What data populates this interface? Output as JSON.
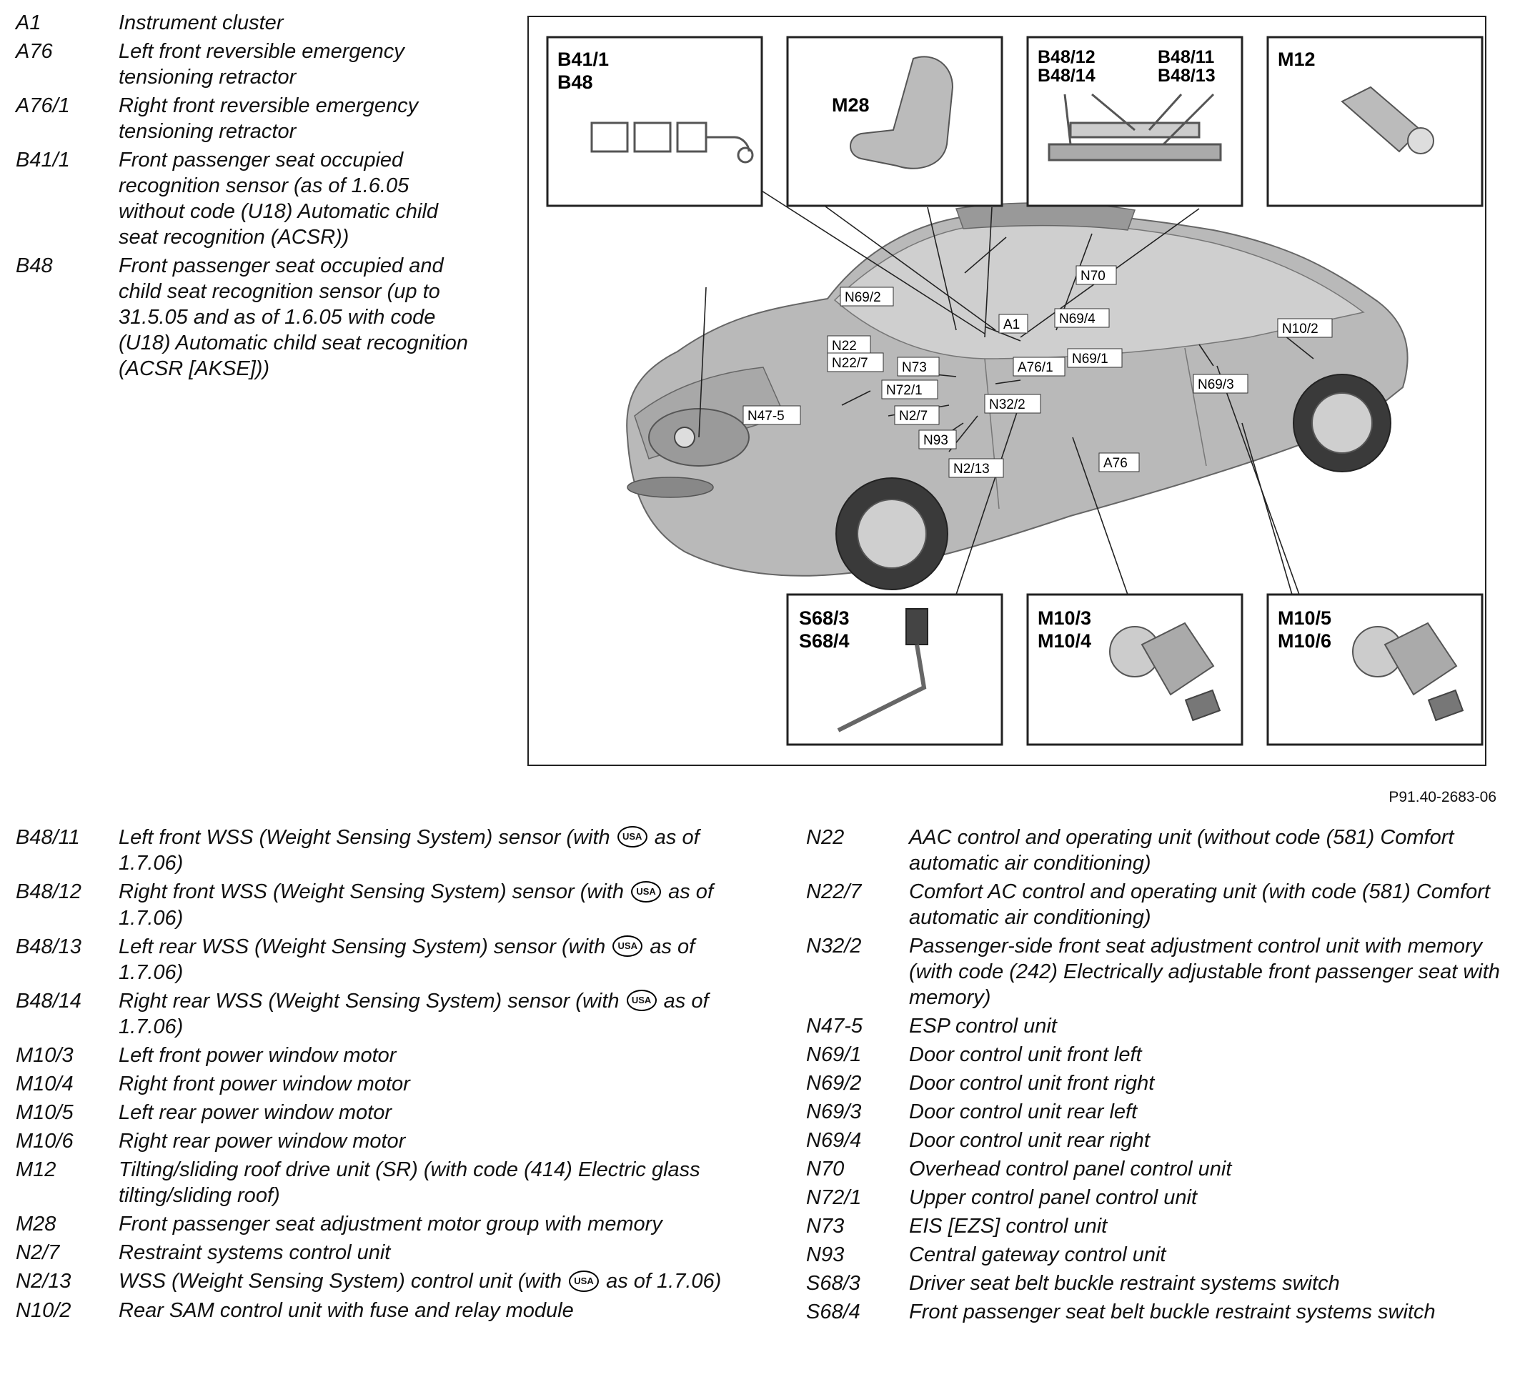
{
  "legend_top": [
    {
      "code": "A1",
      "desc": "Instrument cluster"
    },
    {
      "code": "A76",
      "desc": "Left front reversible emergency tensioning retractor"
    },
    {
      "code": "A76/1",
      "desc": "Right front reversible emergency tensioning retractor"
    },
    {
      "code": "B41/1",
      "desc": "Front passenger seat occupied recognition sensor (as of 1.6.05 without code (U18) Automatic child seat recognition (ACSR))"
    },
    {
      "code": "B48",
      "desc": "Front passenger seat occupied and child seat recognition sensor (up to 31.5.05 and as of 1.6.05 with code (U18) Automatic child seat recognition (ACSR [AKSE]))"
    }
  ],
  "legend_bottom_left": [
    {
      "code": "B48/11",
      "desc_a": "Left front WSS (Weight Sensing System) sensor (with",
      "desc_b": "as of 1.7.06)"
    },
    {
      "code": "B48/12",
      "desc_a": "Right front WSS (Weight Sensing System) sensor (with",
      "desc_b": "as of 1.7.06)"
    },
    {
      "code": "B48/13",
      "desc_a": "Left rear WSS (Weight Sensing System) sensor (with",
      "desc_b": "as of 1.7.06)"
    },
    {
      "code": "B48/14",
      "desc_a": "Right rear WSS (Weight Sensing System) sensor (with",
      "desc_b": "as of 1.7.06)"
    },
    {
      "code": "M10/3",
      "desc": "Left front power window motor"
    },
    {
      "code": "M10/4",
      "desc": "Right front power window motor"
    },
    {
      "code": "M10/5",
      "desc": "Left rear power window motor"
    },
    {
      "code": "M10/6",
      "desc": "Right rear power window motor"
    },
    {
      "code": "M12",
      "desc": "Tilting/sliding roof drive unit (SR) (with code (414) Electric glass tilting/sliding roof)"
    },
    {
      "code": "M28",
      "desc": "Front passenger seat adjustment motor group with memory"
    },
    {
      "code": "N2/7",
      "desc": "Restraint systems control unit"
    },
    {
      "code": "N2/13",
      "desc_a": "WSS (Weight Sensing System) control unit (with",
      "desc_b": "as of 1.7.06)"
    },
    {
      "code": "N10/2",
      "desc": "Rear SAM control unit with fuse and relay module"
    }
  ],
  "legend_bottom_right": [
    {
      "code": "N22",
      "desc": "AAC control and operating unit (without code (581) Comfort automatic air conditioning)"
    },
    {
      "code": "N22/7",
      "desc": "Comfort AC control and operating unit (with code (581) Comfort automatic air conditioning)"
    },
    {
      "code": "N32/2",
      "desc": "Passenger-side front seat adjustment control unit with memory (with code (242) Electrically adjustable front passenger seat with memory)"
    },
    {
      "code": "N47-5",
      "desc": "ESP control unit"
    },
    {
      "code": "N69/1",
      "desc": "Door control unit front left"
    },
    {
      "code": "N69/2",
      "desc": "Door control unit front right"
    },
    {
      "code": "N69/3",
      "desc": "Door control unit rear left"
    },
    {
      "code": "N69/4",
      "desc": "Door control unit rear right"
    },
    {
      "code": "N70",
      "desc": "Overhead control panel control unit"
    },
    {
      "code": "N72/1",
      "desc": "Upper control panel control unit"
    },
    {
      "code": "N73",
      "desc": "EIS [EZS] control unit"
    },
    {
      "code": "N93",
      "desc": "Central gateway control unit"
    },
    {
      "code": "S68/3",
      "desc": "Driver seat belt buckle restraint systems switch"
    },
    {
      "code": "S68/4",
      "desc": "Front passenger seat belt buckle restraint systems switch"
    }
  ],
  "usa_badge": "USA",
  "figure": {
    "id": "P91.40-2683-06",
    "callouts": {
      "b41_b48": [
        "B41/1",
        "B48"
      ],
      "m28": [
        "M28"
      ],
      "b48_group": [
        "B48/12",
        "B48/14",
        "B48/11",
        "B48/13"
      ],
      "m12": [
        "M12"
      ],
      "s68": [
        "S68/3",
        "S68/4"
      ],
      "m10_front": [
        "M10/3",
        "M10/4"
      ],
      "m10_rear": [
        "M10/5",
        "M10/6"
      ]
    },
    "labels": {
      "n70": "N70",
      "n69_2": "N69/2",
      "n69_4": "N69/4",
      "a1": "A1",
      "n10_2": "N10/2",
      "n22": "N22",
      "n22_7": "N22/7",
      "n73": "N73",
      "a76_1": "A76/1",
      "n69_1": "N69/1",
      "n72_1": "N72/1",
      "n69_3": "N69/3",
      "n47_5": "N47-5",
      "n2_7": "N2/7",
      "n32_2": "N32/2",
      "n93": "N93",
      "a76": "A76",
      "n2_13": "N2/13"
    }
  }
}
